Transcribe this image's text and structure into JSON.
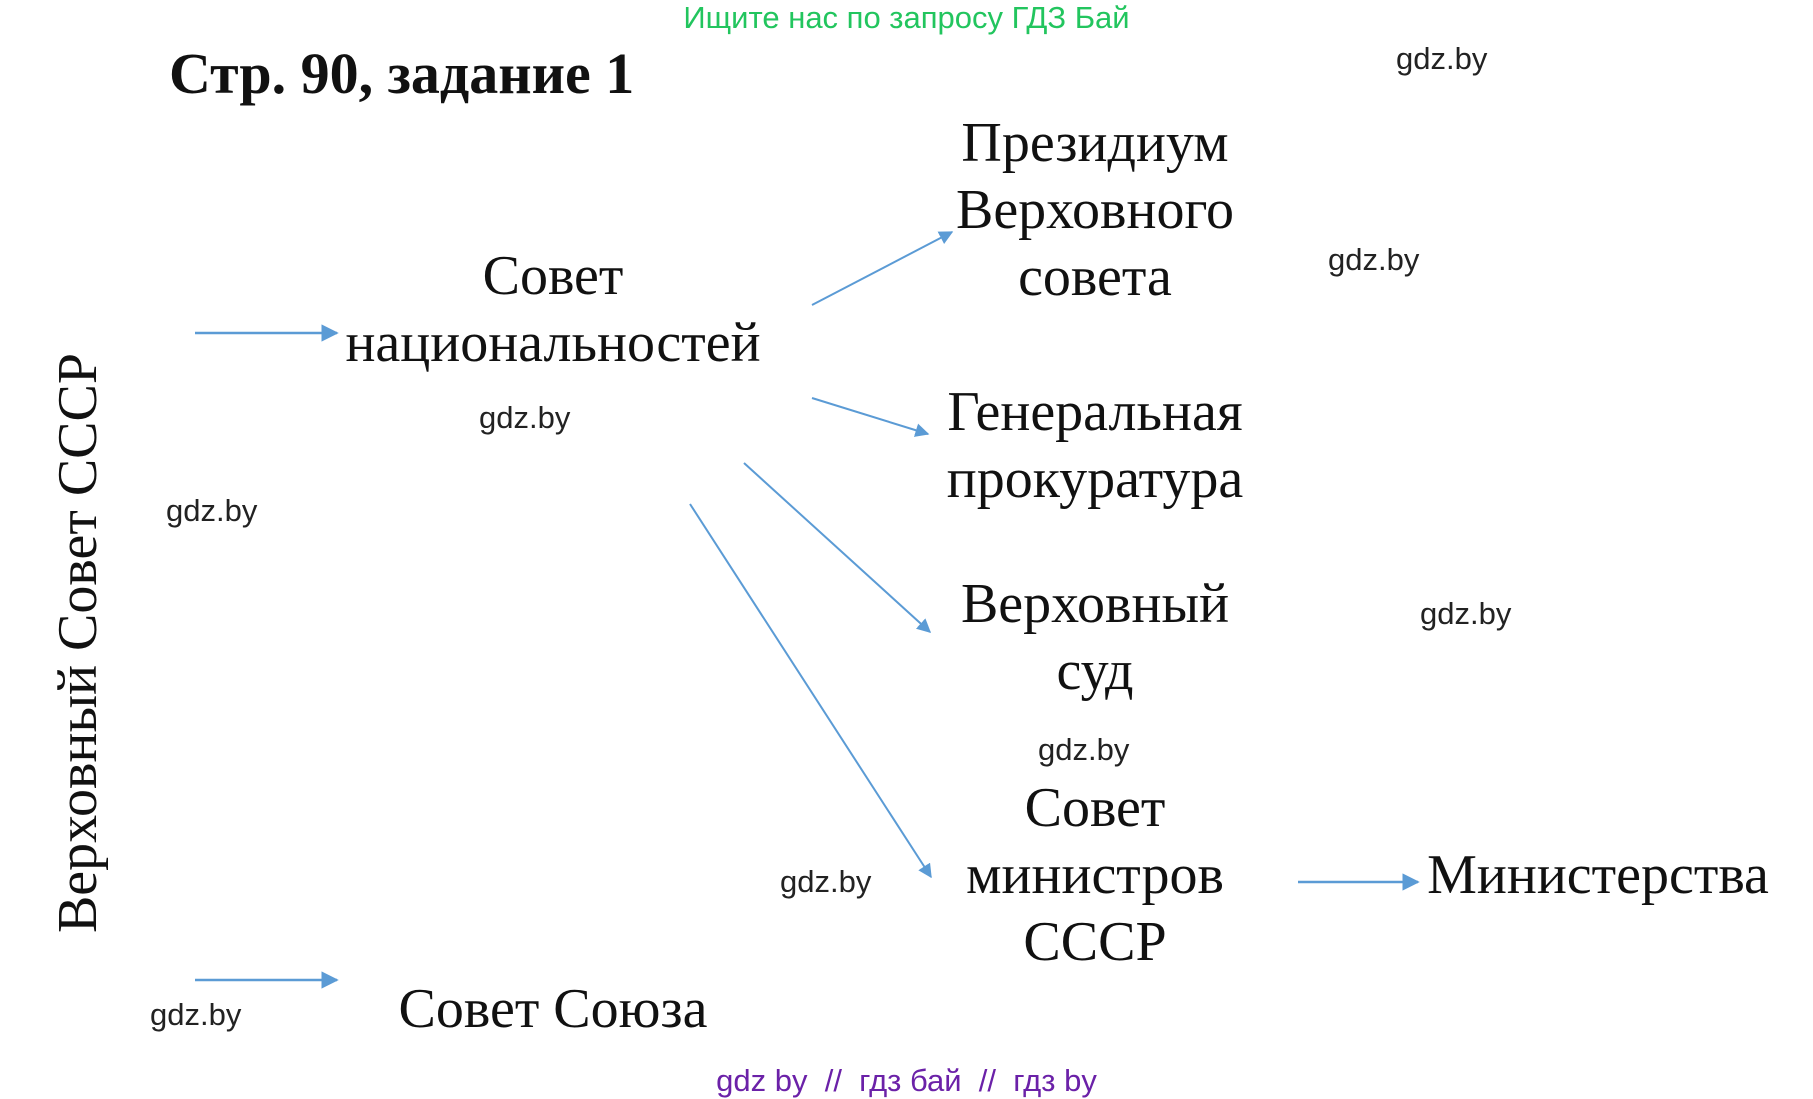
{
  "banner": "Ищите нас по запросу ГДЗ Бай",
  "title": "Стр. 90, задание 1",
  "root": "Верховный Совет СССР",
  "nodes": {
    "sovet_nat": [
      "Совет",
      "национальностей"
    ],
    "prezidium": [
      "Президиум",
      "Верховного",
      "совета"
    ],
    "prokuratura": [
      "Генеральная",
      "прокуратура"
    ],
    "verkh_sud": [
      "Верховный",
      "суд"
    ],
    "sovmin": [
      "Совет",
      "министров",
      "СССР"
    ],
    "ministerstva": "Министерства",
    "sovet_soyuza": "Совет Союза"
  },
  "watermarks": [
    "gdz.by",
    "gdz.by",
    "gdz.by",
    "gdz.by",
    "gdz.by",
    "gdz.by",
    "gdz.by",
    "gdz.by"
  ],
  "footer": "gdz by  //  гдз бай  //  гдз by",
  "colors": {
    "arrow": "#5b9bd5",
    "banner": "#22c55e",
    "footer": "#6b21a8"
  }
}
